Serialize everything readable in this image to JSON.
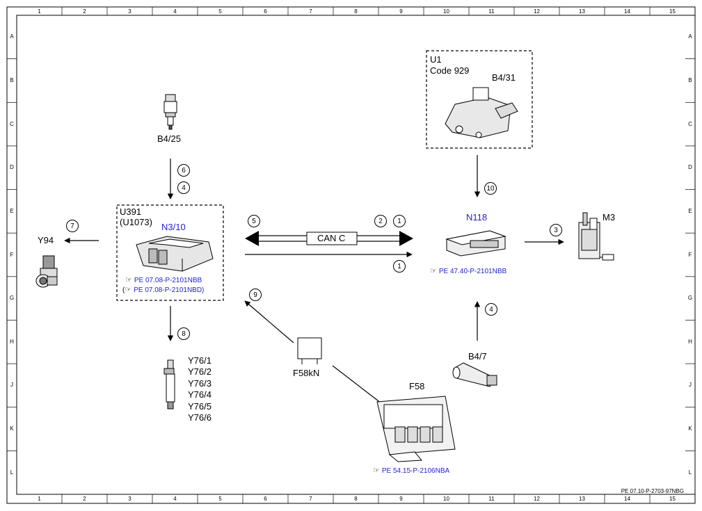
{
  "grid": {
    "columns": [
      "1",
      "2",
      "3",
      "4",
      "5",
      "6",
      "7",
      "8",
      "9",
      "10",
      "11",
      "12",
      "13",
      "14",
      "15"
    ],
    "rows": [
      "A",
      "B",
      "C",
      "D",
      "E",
      "F",
      "G",
      "H",
      "J",
      "K",
      "L"
    ]
  },
  "document_id": "PE 07.10-P-2703-97NBG",
  "components": {
    "b4_25": "B4/25",
    "u391": "U391",
    "u1073": "(U1073)",
    "n3_10": "N3/10",
    "n3_10_ref1": "PE 07.08-P-2101NBB",
    "n3_10_ref2_prefix": "(",
    "n3_10_ref2": "PE 07.08-P-2101NBD)",
    "y94": "Y94",
    "y76": [
      "Y76/1",
      "Y76/2",
      "Y76/3",
      "Y76/4",
      "Y76/5",
      "Y76/6"
    ],
    "can_c": "CAN C",
    "u1": "U1",
    "code929": "Code 929",
    "b4_31": "B4/31",
    "n118": "N118",
    "n118_ref": "PE 47.40-P-2101NBB",
    "m3": "M3",
    "b4_7": "B4/7",
    "f58kn": "F58kN",
    "f58": "F58",
    "f58_ref": "PE 54.15-P-2106NBA"
  },
  "signals": {
    "s1a": "1",
    "s1b": "1",
    "s2": "2",
    "s3": "3",
    "s4a": "4",
    "s4b": "4",
    "s5": "5",
    "s6": "6",
    "s7": "7",
    "s8": "8",
    "s9": "9",
    "s10": "10"
  },
  "icons": [
    "reference-hand-icon"
  ],
  "colors": {
    "reference_text": "#1f1fd0",
    "lines": "#000000"
  }
}
